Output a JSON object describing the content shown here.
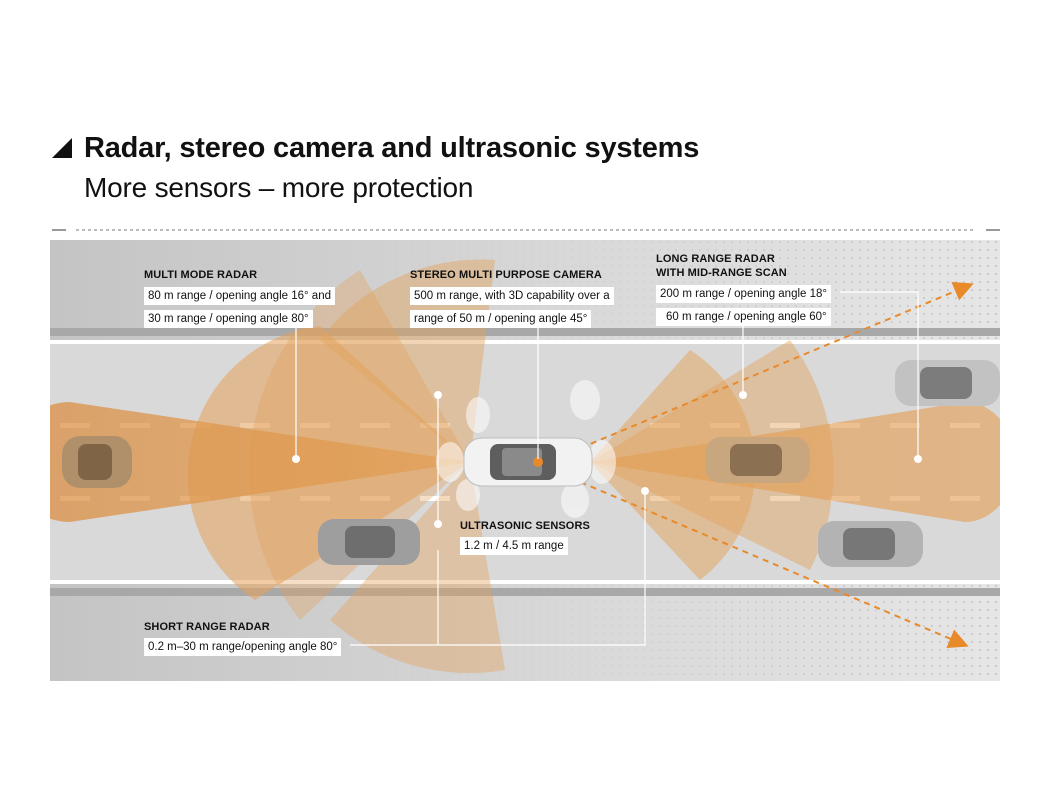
{
  "header": {
    "title": "Radar, stereo camera and ultrasonic systems",
    "subtitle": "More sensors – more protection"
  },
  "callouts": {
    "multi_mode_radar": {
      "heading": "MULTI MODE RADAR",
      "line1": "80 m range / opening angle 16° and",
      "line2": "30 m range / opening angle 80°"
    },
    "stereo_camera": {
      "heading": "STEREO MULTI PURPOSE CAMERA",
      "line1": "500 m range, with 3D capability over a",
      "line2": "range of 50 m / opening angle 45°"
    },
    "long_range_radar": {
      "heading_line1": "LONG RANGE RADAR",
      "heading_line2": "WITH MID-RANGE SCAN",
      "line1": "200 m range / opening angle 18°",
      "line2": "60 m range / opening angle 60°"
    },
    "ultrasonic_sensors": {
      "heading": "ULTRASONIC SENSORS",
      "line1": "1.2 m / 4.5 m range"
    },
    "short_range_radar": {
      "heading": "SHORT RANGE RADAR",
      "line1": "0.2 m–30 m range/opening angle 80°"
    }
  },
  "colors": {
    "title_text": "#111111",
    "scene_bg": "#c9c9c9",
    "road": "#dcdcdc",
    "lane_marking": "#ffffff",
    "sensor_cone": "#e5a45c",
    "sensor_cone_strong": "#d9893a",
    "arrow": "#e8892a",
    "callout_box": "#ffffff",
    "leader_line": "#ffffff"
  },
  "icons": {
    "title_marker": "triangle-marker-icon",
    "ego_car": "car-top-view-icon",
    "other_cars": "car-top-view-icon",
    "camera": "camera-dot-icon"
  }
}
